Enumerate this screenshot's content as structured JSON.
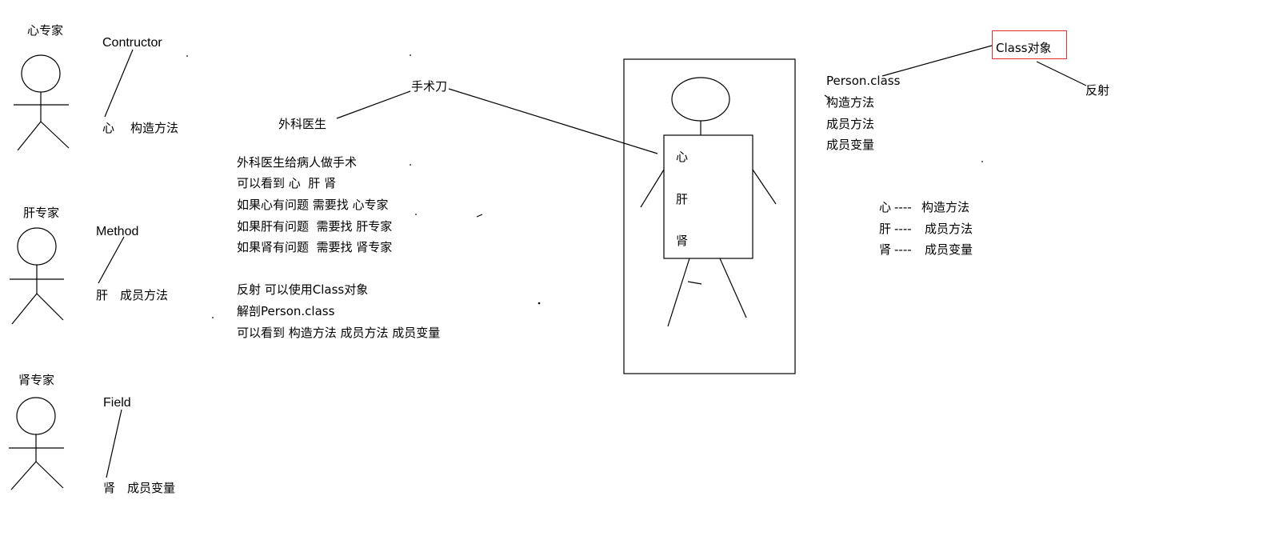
{
  "experts": {
    "heart": {
      "title": "心专家",
      "method": "Contructor",
      "organ": "心",
      "meaning": "构造方法"
    },
    "liver": {
      "title": "肝专家",
      "method": "Method",
      "organ": "肝",
      "meaning": "成员方法"
    },
    "kidney": {
      "title": "肾专家",
      "method": "Field",
      "organ": "肾",
      "meaning": "成员变量"
    }
  },
  "surgery": {
    "scalpel": "手术刀",
    "surgeon": "外科医生",
    "notes": [
      "外科医生给病人做手术",
      "可以看到 心  肝 肾",
      "如果心有问题 需要找 心专家",
      "如果肝有问题  需要找 肝专家",
      "如果肾有问题  需要找 肾专家"
    ],
    "reflection_notes": [
      "反射 可以使用Class对象",
      "解剖Person.class",
      "可以看到 构造方法 成员方法 成员变量"
    ]
  },
  "patient": {
    "organs": [
      "心",
      "肝",
      "肾"
    ]
  },
  "class_object": {
    "label": "Class对象",
    "reflect": "反射",
    "person_class": "Person.class",
    "members": [
      "构造方法",
      "成员方法",
      "成员变量"
    ]
  },
  "mapping": [
    {
      "organ": "心",
      "dash": "----",
      "meaning": "构造方法"
    },
    {
      "organ": "肝",
      "dash": "----",
      "meaning": "成员方法"
    },
    {
      "organ": "肾",
      "dash": "----",
      "meaning": "成员变量"
    }
  ],
  "colors": {
    "ink": "#000000",
    "highlight_box": "#e03030",
    "background": "#ffffff"
  }
}
